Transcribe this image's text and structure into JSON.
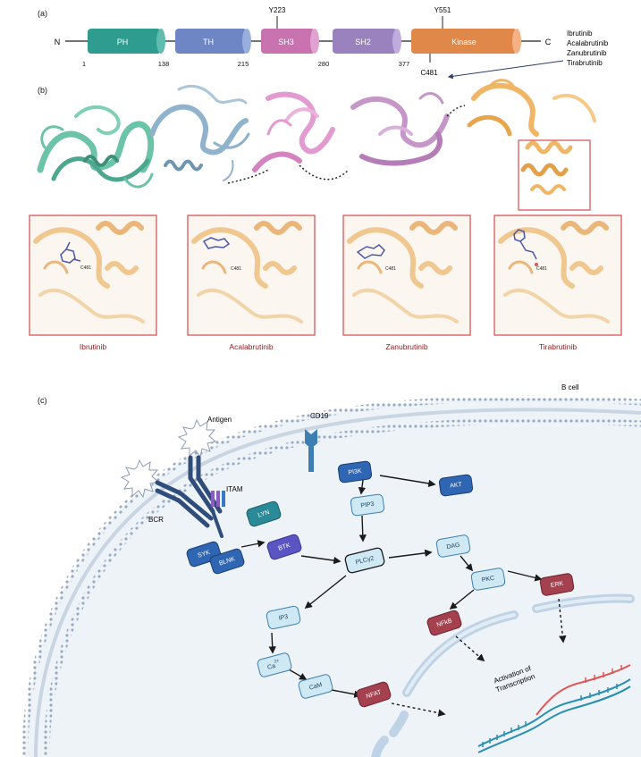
{
  "panels": {
    "a": "(a)",
    "b": "(b)",
    "c": "(c)"
  },
  "domain_map": {
    "n_terminus": "N",
    "c_terminus": "C",
    "domains": [
      {
        "name": "PH",
        "color": "#2e9c8e"
      },
      {
        "name": "TH",
        "color": "#6f86c4"
      },
      {
        "name": "SH3",
        "color": "#c872b0"
      },
      {
        "name": "SH2",
        "color": "#9a82be"
      },
      {
        "name": "Kinase",
        "color": "#e0874a"
      }
    ],
    "boundaries": [
      "1",
      "138",
      "215",
      "280",
      "377"
    ],
    "sites_top": [
      "Y223",
      "Y551"
    ],
    "site_bottom": "C481",
    "inhibitors": [
      "Ibrutinib",
      "Acalabrutinib",
      "Zanubrutinib",
      "Tirabrutinib"
    ]
  },
  "structure": {
    "colors": {
      "ph": "#6cc4a8",
      "th": "#8fb3cc",
      "sh3": "#e29ad0",
      "sh2": "#c796c9",
      "kinase": "#f0b565",
      "frame": "#d9575a"
    },
    "zoom_site_label": "C481",
    "zoom_captions": [
      "Ibrutinib",
      "Acalabrutinib",
      "Zanubrutinib",
      "Tirabrutinib"
    ]
  },
  "pathway": {
    "cell_label": "B cell",
    "antigen_label": "Antigen",
    "cd19_label": "CD19",
    "bcr_label": "BCR",
    "itam_label": "ITAM",
    "nodes": {
      "syk": "SYK",
      "blnk": "BLNK",
      "lyn": "LYN",
      "btk": "BTK",
      "pi3k": "PI3K",
      "pip3": "PIP3",
      "akt": "AKT",
      "plcg2": "PLCγ2",
      "dag": "DAG",
      "pkc": "PKC",
      "erk": "ERK",
      "nfkb": "NFkB",
      "ip3": "IP3",
      "ca": "Ca",
      "ca_sup": "2+",
      "cam": "CaM",
      "nfat": "NFAT"
    },
    "transcription_label_1": "Activation of",
    "transcription_label_2": "Transcription",
    "colors": {
      "dark_blue": "#2f66b3",
      "purple": "#5b55c4",
      "teal": "#2b8a98",
      "light_node": "#cfe9f4",
      "light_stroke": "#3d7fb0",
      "red": "#a5404f",
      "cell_fill": "#eef3f8",
      "membrane": "#9fb2c8"
    }
  }
}
